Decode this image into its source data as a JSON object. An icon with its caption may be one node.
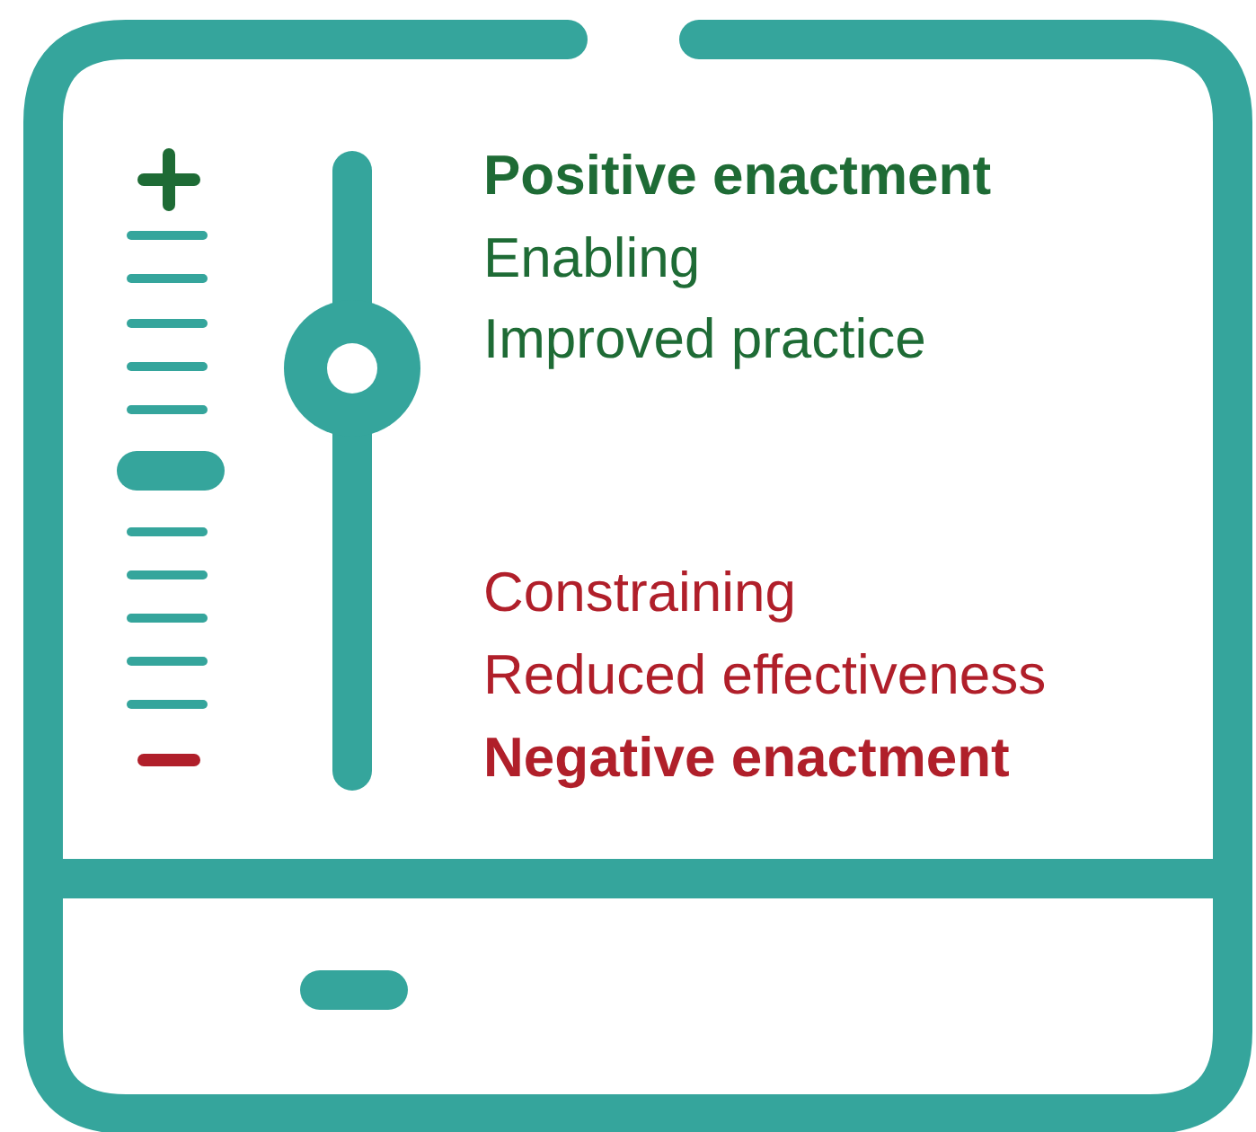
{
  "diagram": {
    "labels": [
      "Positive enactment",
      "Enabling",
      "Improved practice",
      "Constraining",
      "Reduced effectiveness",
      "Negative enactment"
    ]
  }
}
